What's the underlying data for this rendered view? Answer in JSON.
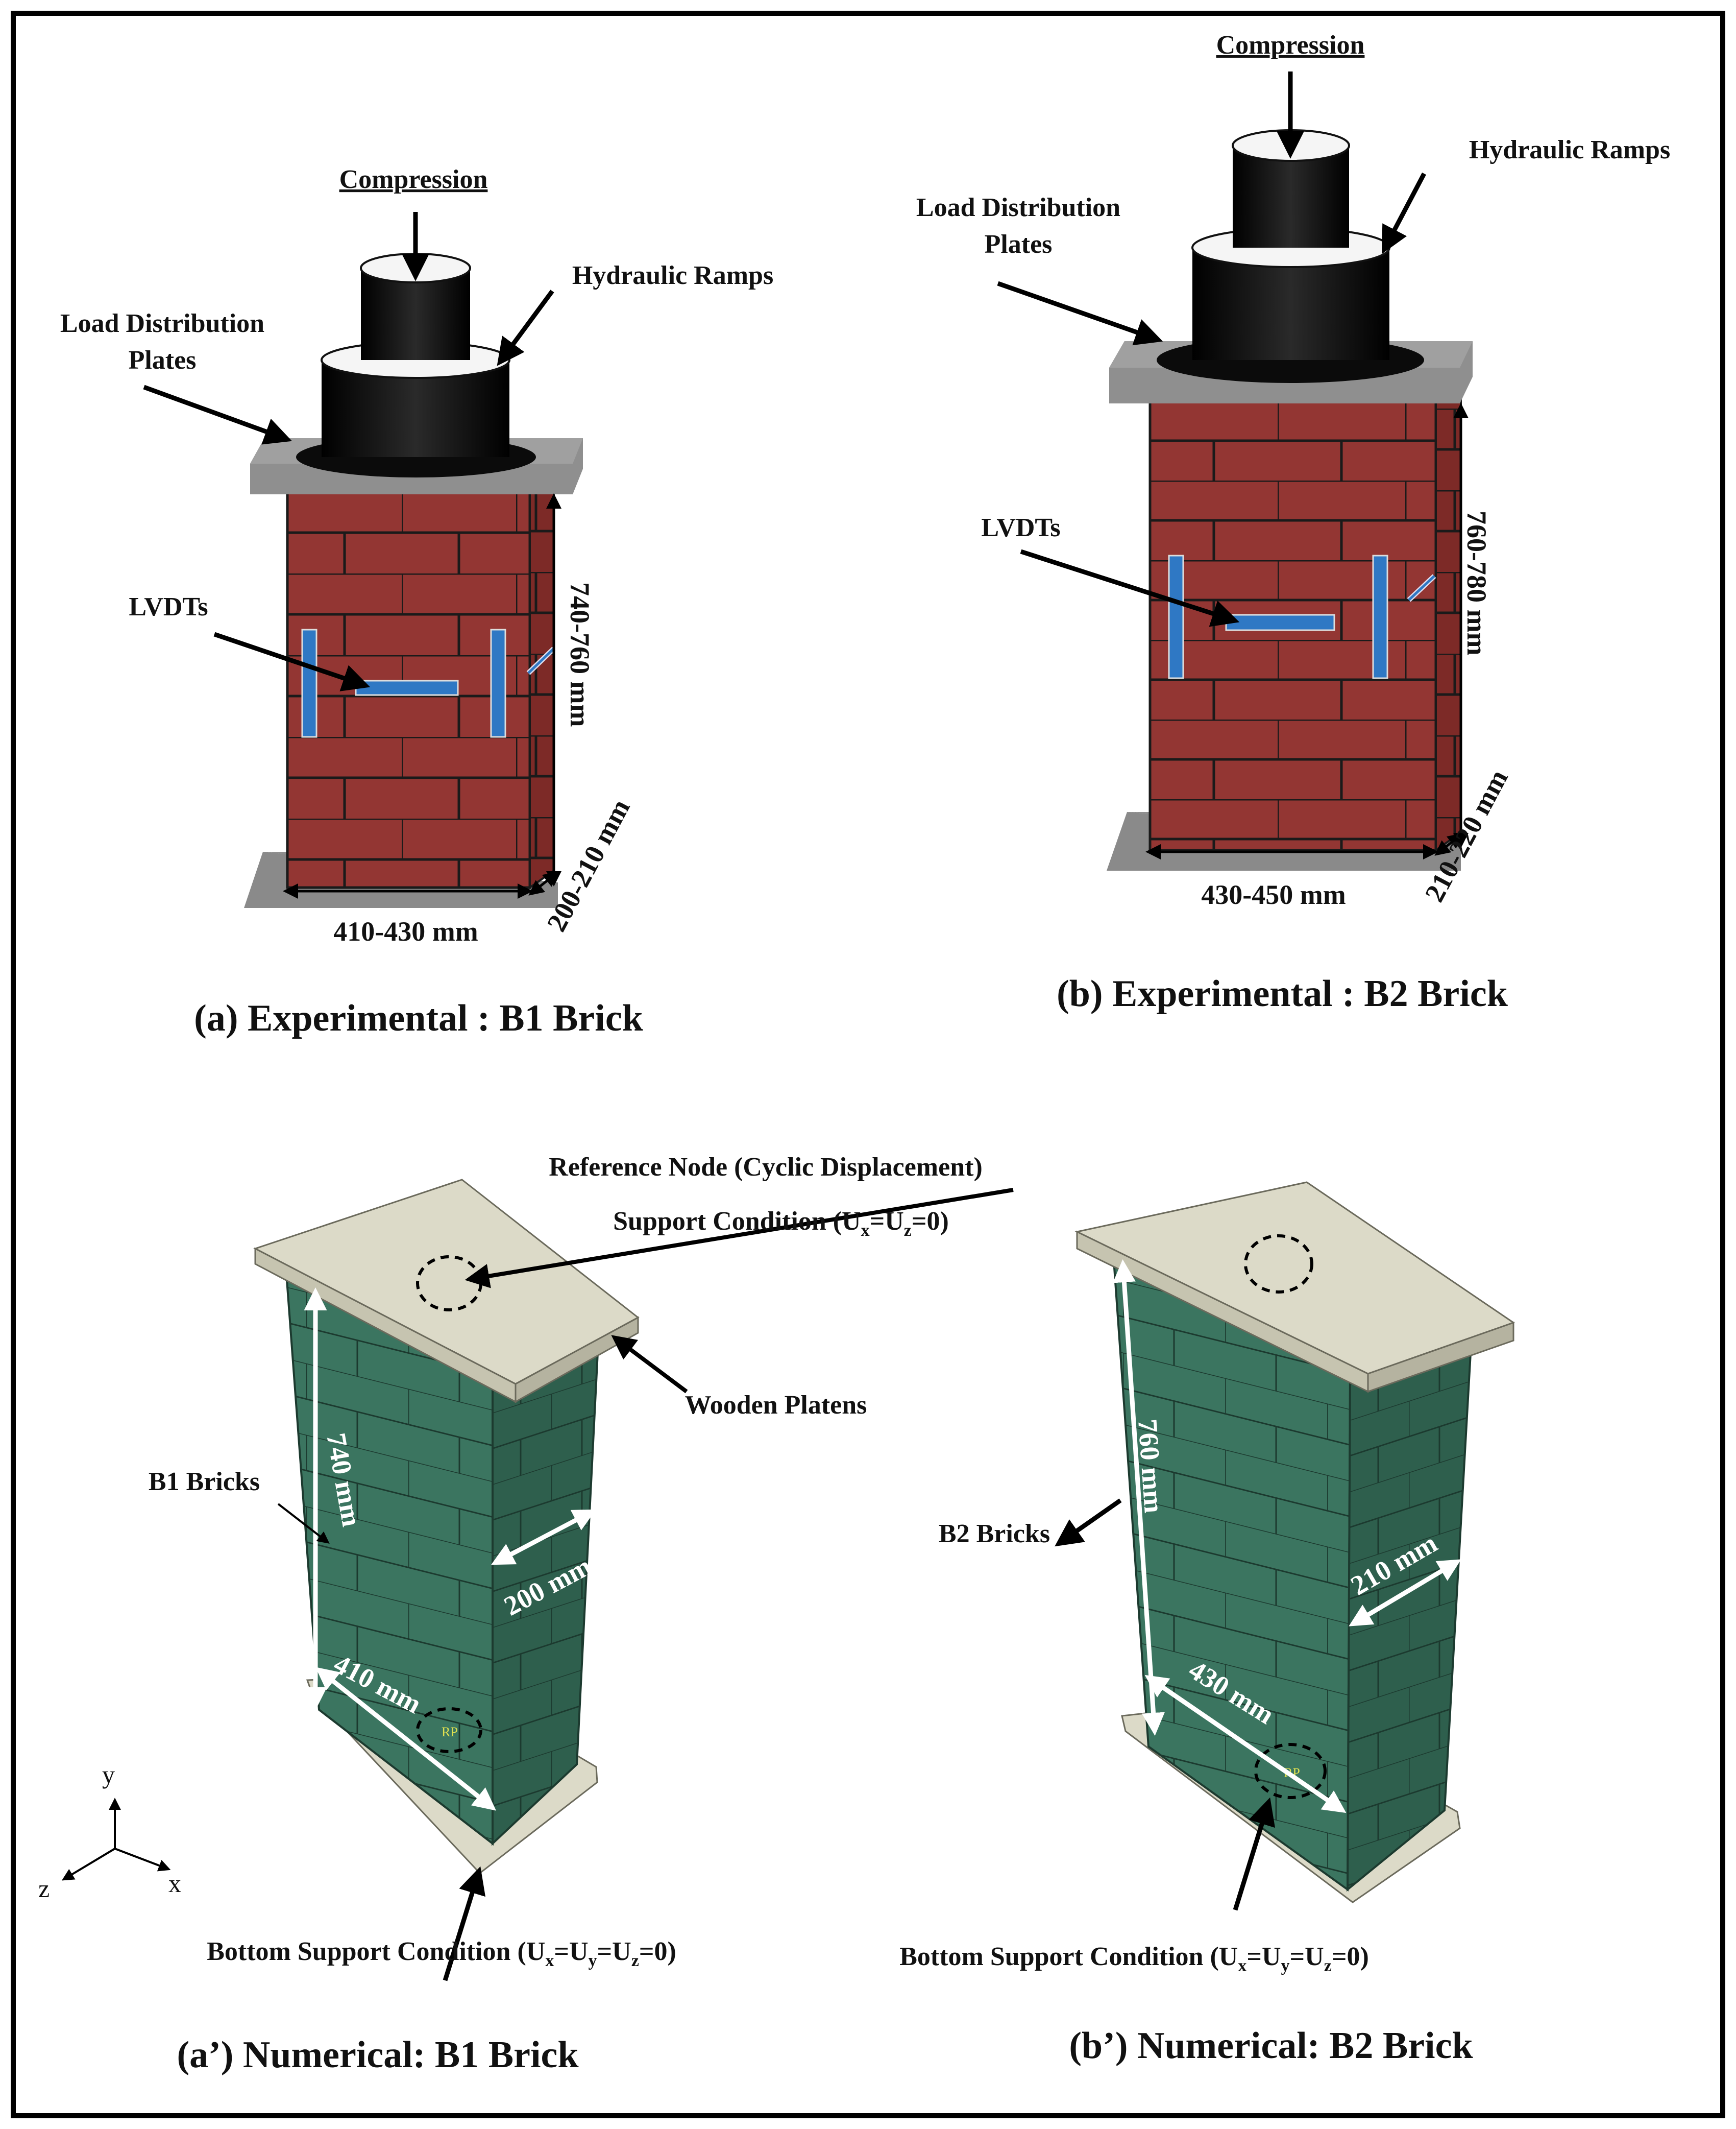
{
  "colors": {
    "brick": "#933633",
    "brick_side": "#7d2a27",
    "mortar": "#1a1a1a",
    "plate": "#8f8f8f",
    "ram": "#0d0d0d",
    "lvdt": "#2f78c4",
    "numeric_green": "#3b7560",
    "numeric_green_side": "#2e5f4d",
    "platen": "#dcdac8"
  },
  "panel_a": {
    "compression": "Compression",
    "hydraulic": "Hydraulic Ramps",
    "load_dist_1": "Load Distribution",
    "load_dist_2": "Plates",
    "lvdts": "LVDTs",
    "height": "740-760 mm",
    "depth": "200-210 mm",
    "width": "410-430 mm",
    "caption": "(a) Experimental : B1 Brick"
  },
  "panel_b": {
    "compression": "Compression",
    "hydraulic": "Hydraulic Ramps",
    "load_dist_1": "Load Distribution",
    "load_dist_2": "Plates",
    "lvdts": "LVDTs",
    "height": "760-780 mm",
    "depth": "210-220 mm",
    "width": "430-450 mm",
    "caption": "(b) Experimental : B2 Brick"
  },
  "panel_a2": {
    "reference_node": "Reference Node (Cyclic Displacement)",
    "support_pre": "Support Condition (U",
    "support_x": "x",
    "support_mid": "=U",
    "support_z": "z",
    "support_post": "=0)",
    "wooden": "Wooden Platens",
    "bricks": "B1 Bricks",
    "height": "740 mm",
    "depth": "200 mm",
    "width": "410 mm",
    "rp": "RP",
    "bottom_pre": "Bottom Support Condition (U",
    "bottom_x": "x",
    "bottom_mid1": "=U",
    "bottom_y": "y",
    "bottom_mid2": "=U",
    "bottom_z": "z",
    "bottom_post": "=0)",
    "caption": "(a’) Numerical: B1 Brick",
    "axis_y": "y",
    "axis_x": "x",
    "axis_z": "z"
  },
  "panel_b2": {
    "bricks": "B2 Bricks",
    "height": "760 mm",
    "depth": "210 mm",
    "width": "430 mm",
    "rp": "RP",
    "bottom_pre": "Bottom Support Condition (U",
    "bottom_x": "x",
    "bottom_mid1": "=U",
    "bottom_y": "y",
    "bottom_mid2": "=U",
    "bottom_z": "z",
    "bottom_post": "=0)",
    "caption": "(b’) Numerical: B2 Brick"
  }
}
